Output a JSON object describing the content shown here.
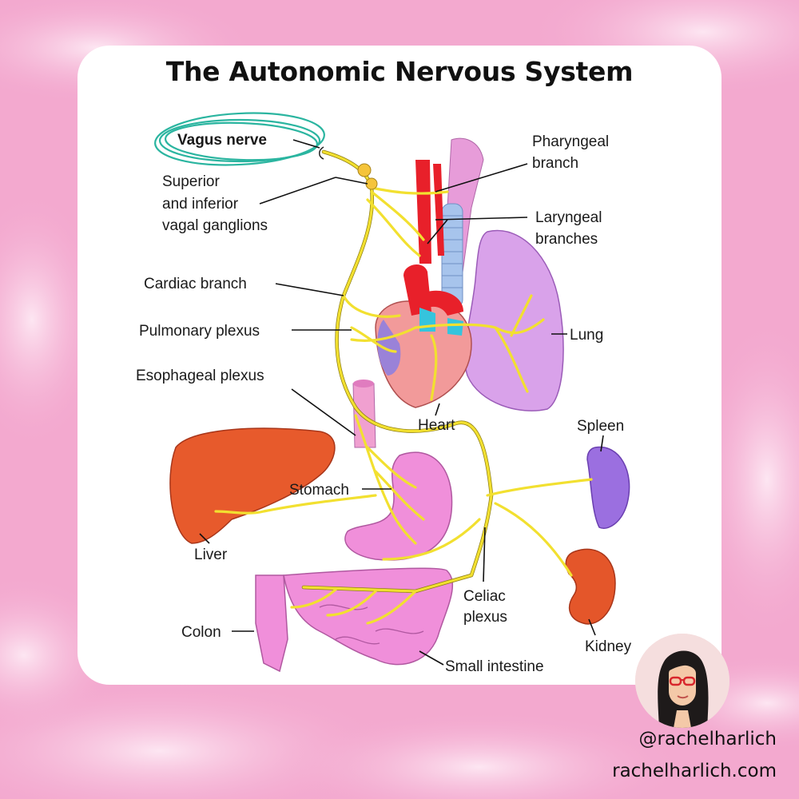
{
  "title": "The Autonomic Nervous System",
  "labels": {
    "vagus_nerve": "Vagus nerve",
    "vagal_ganglia_1": "Superior",
    "vagal_ganglia_2": "and inferior",
    "vagal_ganglia_3": "vagal ganglions",
    "pharyngeal_1": "Pharyngeal",
    "pharyngeal_2": "branch",
    "laryngeal_1": "Laryngeal",
    "laryngeal_2": "branches",
    "cardiac_branch": "Cardiac branch",
    "pulmonary_plexus": "Pulmonary plexus",
    "lung": "Lung",
    "esophageal_plexus": "Esophageal plexus",
    "heart": "Heart",
    "spleen": "Spleen",
    "stomach": "Stomach",
    "liver": "Liver",
    "celiac_1": "Celiac",
    "celiac_2": "plexus",
    "colon": "Colon",
    "kidney": "Kidney",
    "small_intestine": "Small intestine"
  },
  "footer": {
    "handle": "@rachelharlich",
    "website": "rachelharlich.com"
  },
  "colors": {
    "background": "#f3a9cf",
    "card": "#ffffff",
    "nerve": "#f2e030",
    "highlight_circle": "#2bb5a0"
  }
}
